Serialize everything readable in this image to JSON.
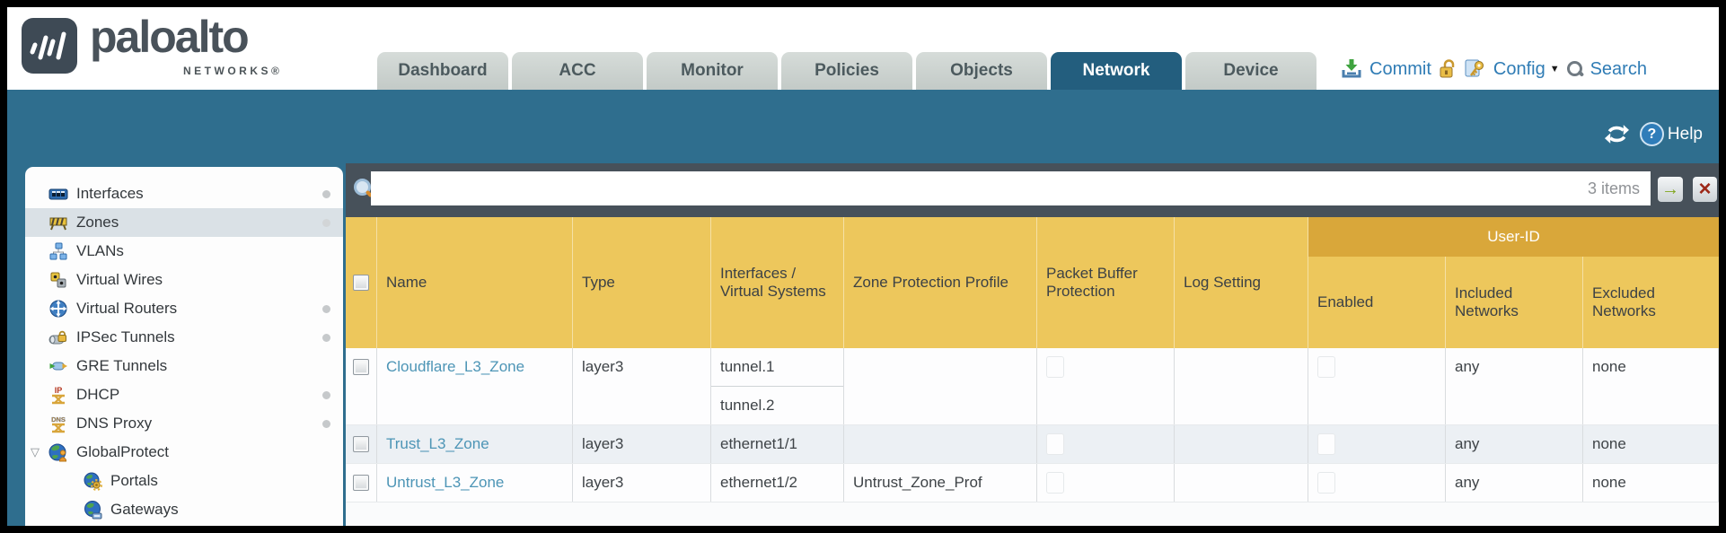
{
  "brand": {
    "name": "paloalto",
    "sub": "NETWORKS®"
  },
  "tabs": [
    {
      "label": "Dashboard"
    },
    {
      "label": "ACC"
    },
    {
      "label": "Monitor"
    },
    {
      "label": "Policies"
    },
    {
      "label": "Objects"
    },
    {
      "label": "Network"
    },
    {
      "label": "Device"
    }
  ],
  "header_actions": {
    "commit": "Commit",
    "config": "Config",
    "search": "Search"
  },
  "band": {
    "help_label": "Help"
  },
  "toolbar": {
    "search_value": "",
    "items_count": "3 items"
  },
  "sidebar": {
    "items": [
      {
        "label": "Interfaces",
        "icon": "interfaces-icon",
        "dot": true
      },
      {
        "label": "Zones",
        "icon": "zones-icon",
        "dot": true,
        "selected": true
      },
      {
        "label": "VLANs",
        "icon": "vlans-icon",
        "dot": false
      },
      {
        "label": "Virtual Wires",
        "icon": "virtual-wires-icon",
        "dot": false
      },
      {
        "label": "Virtual Routers",
        "icon": "virtual-routers-icon",
        "dot": true
      },
      {
        "label": "IPSec Tunnels",
        "icon": "ipsec-tunnels-icon",
        "dot": true
      },
      {
        "label": "GRE Tunnels",
        "icon": "gre-tunnels-icon",
        "dot": false
      },
      {
        "label": "DHCP",
        "icon": "dhcp-icon",
        "dot": true
      },
      {
        "label": "DNS Proxy",
        "icon": "dns-proxy-icon",
        "dot": true
      },
      {
        "label": "GlobalProtect",
        "icon": "globalprotect-icon",
        "dot": false,
        "expanded": true
      },
      {
        "label": "Portals",
        "icon": "portals-icon",
        "dot": false,
        "indent": 1
      },
      {
        "label": "Gateways",
        "icon": "gateways-icon",
        "dot": false,
        "indent": 1
      }
    ]
  },
  "table": {
    "group_header": "User-ID",
    "columns": {
      "name": "Name",
      "type": "Type",
      "interfaces": "Interfaces / Virtual Systems",
      "zpp": "Zone Protection Profile",
      "pbp": "Packet Buffer Protection",
      "log": "Log Setting",
      "enabled": "Enabled",
      "included": "Included Networks",
      "excluded": "Excluded Networks"
    },
    "rows": [
      {
        "name": "Cloudflare_L3_Zone",
        "type": "layer3",
        "interfaces": [
          "tunnel.1",
          "tunnel.2"
        ],
        "zpp": "",
        "log": "",
        "included": "any",
        "excluded": "none"
      },
      {
        "name": "Trust_L3_Zone",
        "type": "layer3",
        "interfaces": [
          "ethernet1/1"
        ],
        "zpp": "",
        "log": "",
        "included": "any",
        "excluded": "none"
      },
      {
        "name": "Untrust_L3_Zone",
        "type": "layer3",
        "interfaces": [
          "ethernet1/2"
        ],
        "zpp": "Untrust_Zone_Prof",
        "log": "",
        "included": "any",
        "excluded": "none"
      }
    ]
  },
  "colors": {
    "teal_band": "#2f6e8e",
    "active_tab": "#235e7e",
    "header_gold": "#edc75c",
    "group_gold": "#d9a73a",
    "toolbar_slate": "#47515a",
    "link_blue": "#4d95b6"
  }
}
